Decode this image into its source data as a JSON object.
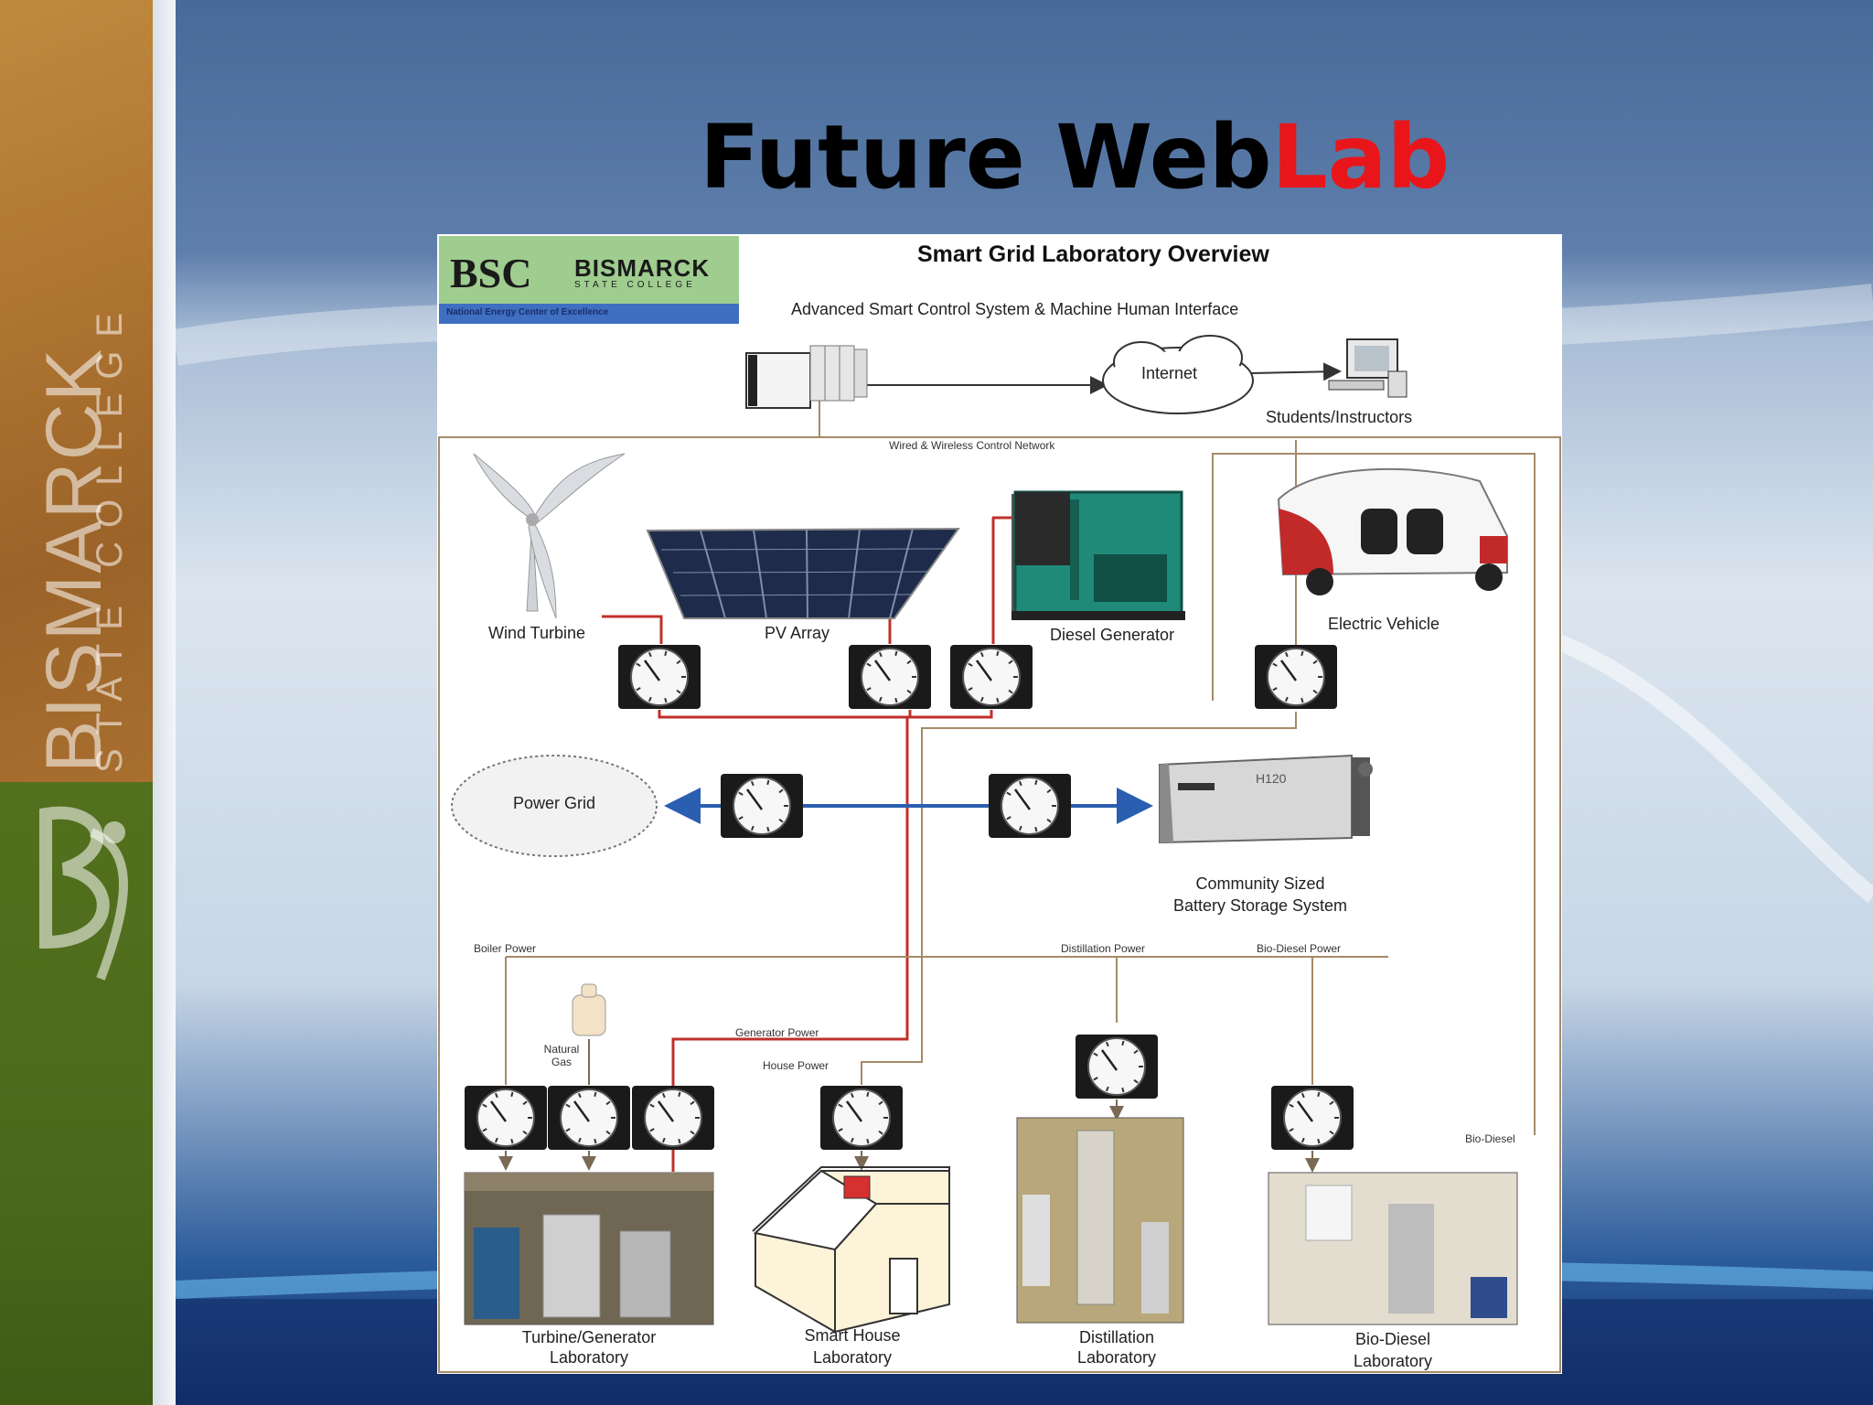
{
  "slide": {
    "title_main": "Future Web",
    "title_accent": "Lab",
    "side_college_name": "BISMARCK",
    "side_college_sub": "STATE COLLEGE",
    "colors": {
      "title_accent": "#e8161b",
      "side_top": "#b07632",
      "side_bottom": "#4c6a1b"
    }
  },
  "diagram": {
    "title": "Smart Grid Laboratory Overview",
    "logo": {
      "college_name": "BISMARCK",
      "college_sub": "STATE COLLEGE",
      "tagline": "National Energy Center of Excellence"
    },
    "header_label": "Advanced Smart Control System & Machine Human Interface",
    "internet_label": "Internet",
    "users_label": "Students/Instructors",
    "network_label": "Wired & Wireless Control Network",
    "sources": {
      "wind": "Wind Turbine",
      "pv": "PV Array",
      "diesel": "Diesel Generator",
      "ev": "Electric Vehicle"
    },
    "grid_label": "Power Grid",
    "battery_label_line1": "Community Sized",
    "battery_label_line2": "Battery Storage System",
    "battery_model": "H120",
    "feeds": {
      "boiler": "Boiler Power",
      "distillation": "Distillation Power",
      "biodiesel": "Bio-Diesel Power",
      "generator": "Generator Power",
      "house": "House Power",
      "biodiesel_fuel": "Bio-Diesel",
      "natural_gas_line1": "Natural",
      "natural_gas_line2": "Gas"
    },
    "labs": {
      "turbine_line1": "Turbine/Generator",
      "turbine_line2": "Laboratory",
      "house_line1": "Smart House",
      "house_line2": "Laboratory",
      "distillation_line1": "Distillation",
      "distillation_line2": "Laboratory",
      "biodiesel_line1": "Bio-Diesel",
      "biodiesel_line2": "Laboratory"
    },
    "colors": {
      "power_line": "#c0302b",
      "control_line": "#a58a6a",
      "bus": "#2a5eb0"
    }
  }
}
